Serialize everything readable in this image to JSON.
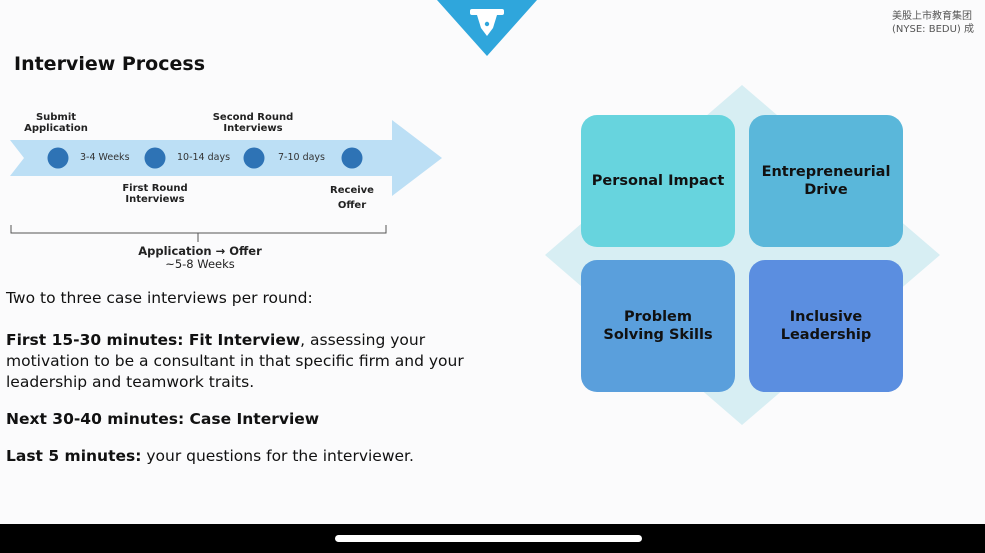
{
  "header": {
    "corner_line1": "美股上市教育集团",
    "corner_line2": "(NYSE: BEDU) 成",
    "logo_icon": "pen-nib-icon",
    "logo_color": "#2fa6dc"
  },
  "title": "Interview Process",
  "timeline": {
    "top_labels": [
      {
        "line1": "Submit",
        "line2": "Application"
      },
      {
        "line1": "Second Round",
        "line2": "Interviews"
      }
    ],
    "bottom_labels": [
      {
        "line1": "First Round",
        "line2": "Interviews"
      },
      {
        "line1": "Receive",
        "line2": "Offer"
      }
    ],
    "durations": [
      "3-4 Weeks",
      "10-14 days",
      "7-10 days"
    ],
    "summary_title": "Application → Offer",
    "summary_sub": "~5-8 Weeks",
    "arrow_color": "#bcdff5",
    "dot_color": "#2e73b5"
  },
  "body": {
    "intro": "Two to three case interviews per round:",
    "p1_bold": "First 15-30 minutes: Fit Interview",
    "p1_line1_rest": ", assessing your",
    "p1_line2": "motivation to be a consultant in that specific firm and your",
    "p1_line3": "leadership and teamwork traits.",
    "p2_bold": "Next 30-40 minutes: Case Interview",
    "p3_bold": "Last 5 minutes:",
    "p3_rest": " your questions for the interviewer."
  },
  "quadrants": {
    "q1": {
      "line1": "Personal Impact",
      "line2": "",
      "color": "#67d4de"
    },
    "q2": {
      "line1": "Entrepreneurial",
      "line2": "Drive",
      "color": "#5ab7da"
    },
    "q3": {
      "line1": "Problem",
      "line2": "Solving Skills",
      "color": "#5a9fdc"
    },
    "q4": {
      "line1": "Inclusive",
      "line2": "Leadership",
      "color": "#5b8ee0"
    },
    "diamond_color": "#d7eef3"
  }
}
